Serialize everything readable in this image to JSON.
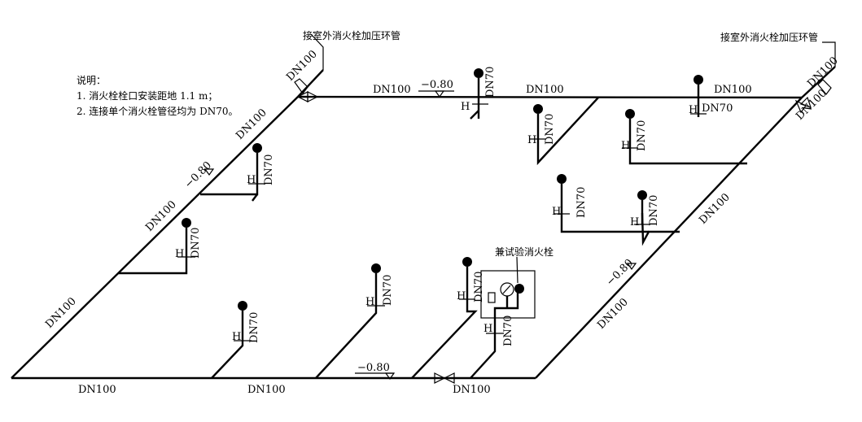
{
  "notes": {
    "title": "说明：",
    "line1": "1. 消火栓栓口安装距地 1.1 m；",
    "line2": "2. 连接单个消火栓管径均为 DN70。"
  },
  "labels": {
    "connect_outdoor": "接室外消火栓加压环管",
    "test_hydrant": "兼试验消火栓",
    "dn100": "DN100",
    "dn70": "DN70",
    "elev": "−0.80",
    "h": "H"
  },
  "colors": {
    "line": "#000000",
    "background": "#ffffff"
  }
}
